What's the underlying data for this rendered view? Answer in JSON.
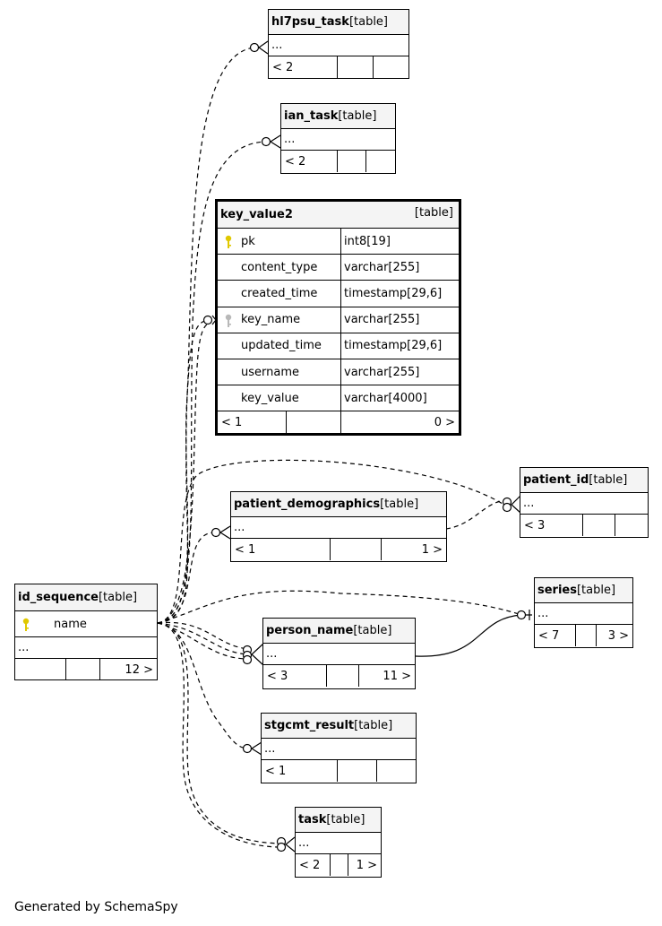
{
  "tables": {
    "hl7psu_task": {
      "name": "hl7psu_task",
      "type": "[table]",
      "row": "...",
      "foot": [
        "< 2",
        "",
        ""
      ]
    },
    "ian_task": {
      "name": "ian_task",
      "type": "[table]",
      "row": "...",
      "foot": [
        "< 2",
        "",
        ""
      ]
    },
    "key_value2": {
      "name": "key_value2",
      "type": "[table]",
      "columns": [
        {
          "name": "pk",
          "type": "int8[19]",
          "key": "primary"
        },
        {
          "name": "content_type",
          "type": "varchar[255]",
          "key": ""
        },
        {
          "name": "created_time",
          "type": "timestamp[29,6]",
          "key": ""
        },
        {
          "name": "key_name",
          "type": "varchar[255]",
          "key": "foreign"
        },
        {
          "name": "updated_time",
          "type": "timestamp[29,6]",
          "key": ""
        },
        {
          "name": "username",
          "type": "varchar[255]",
          "key": ""
        },
        {
          "name": "key_value",
          "type": "varchar[4000]",
          "key": ""
        }
      ],
      "foot": [
        "< 1",
        "",
        "0 >"
      ]
    },
    "patient_id": {
      "name": "patient_id",
      "type": "[table]",
      "row": "...",
      "foot": [
        "< 3",
        "",
        ""
      ]
    },
    "patient_demographics": {
      "name": "patient_demographics",
      "type": "[table]",
      "row": "...",
      "foot": [
        "< 1",
        "",
        "1 >"
      ]
    },
    "series": {
      "name": "series",
      "type": "[table]",
      "row": "...",
      "foot": [
        "< 7",
        "",
        "3 >"
      ]
    },
    "id_sequence": {
      "name": "id_sequence",
      "type": "[table]",
      "column": "name",
      "row": "...",
      "foot": [
        "",
        "",
        "12 >"
      ]
    },
    "person_name": {
      "name": "person_name",
      "type": "[table]",
      "row": "...",
      "foot": [
        "< 3",
        "",
        "11 >"
      ]
    },
    "stgcmt_result": {
      "name": "stgcmt_result",
      "type": "[table]",
      "row": "...",
      "foot": [
        "< 1",
        "",
        ""
      ]
    },
    "task": {
      "name": "task",
      "type": "[table]",
      "row": "...",
      "foot": [
        "< 2",
        "",
        "1 >"
      ]
    }
  },
  "colors": {
    "primary_key": "#e0c800",
    "foreign_key": "#b8b8b8",
    "header_bg": "#f4f4f4",
    "line": "#000000"
  },
  "icons": {
    "primary_key": "key-icon",
    "foreign_key": "key-icon"
  },
  "credit": "Generated by SchemaSpy"
}
